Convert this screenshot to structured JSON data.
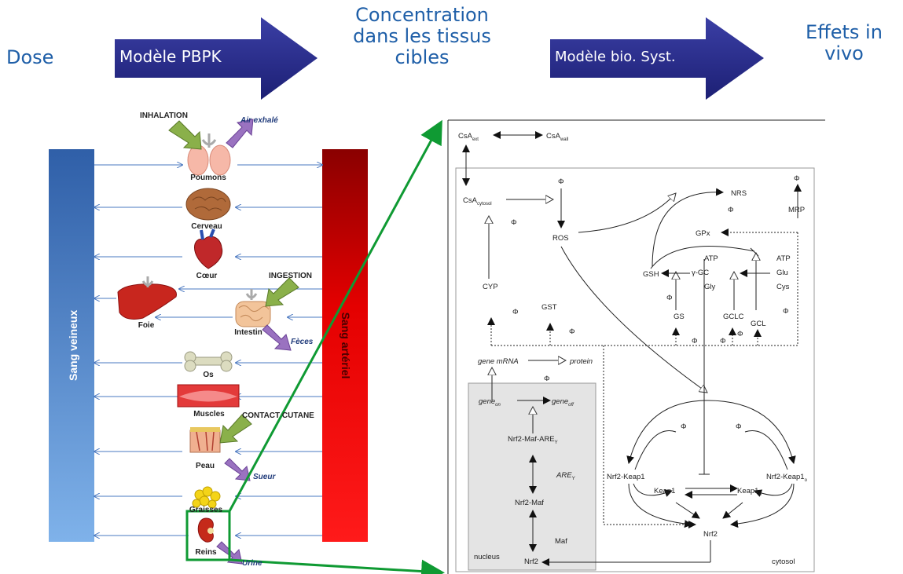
{
  "header": {
    "dose": "Dose",
    "pbpk_model": "Modèle  PBPK",
    "tissue_concentration": "Concentration dans les tissus cibles",
    "bio_syst_model": "Modèle  bio. Syst.",
    "in_vivo_effects": "Effets in vivo"
  },
  "pbpk": {
    "venous_blood": "Sang veineux",
    "arterial_blood": "Sang artériel",
    "organs": [
      "Poumons",
      "Cerveau",
      "Cœur",
      "Foie",
      "Intestin",
      "Os",
      "Muscles",
      "Peau",
      "Graisses",
      "Reins"
    ],
    "routes": {
      "inhalation": "INHALATION",
      "ingestion": "INGESTION",
      "contact": "CONTACT CUTANE"
    },
    "outputs": {
      "exhaled": "Air exhalé",
      "feces": "Fèces",
      "sweat": "Sueur",
      "urine": "Urine"
    }
  },
  "network": {
    "compartments": {
      "nucleus": "nucleus",
      "cytosol": "cytosol"
    },
    "nodes": {
      "csa_ext": "CsA",
      "csa_ext_sub": "ext",
      "csa_wall": "CsA",
      "csa_wall_sub": "wall",
      "csa_cyt": "CsA",
      "csa_cyt_sub": "cytosol",
      "phi": "Φ",
      "ros": "ROS",
      "nrs": "NRS",
      "mrp": "MRP",
      "gpx": "GPx",
      "atp": "ATP",
      "gamma_gc": "γ-GC",
      "gly": "Gly",
      "glu": "Glu",
      "cys": "Cys",
      "gsh": "GSH",
      "gs": "GS",
      "gclc": "GCLC",
      "gcl": "GCL",
      "cyp": "CYP",
      "gst": "GST",
      "gene_mrna": "gene mRNA",
      "protein": "protein",
      "gene": "gene",
      "on": "on",
      "off": "off",
      "nrf2_maf_are": "Nrf2-Maf-ARE",
      "are": "ARE",
      "sub_y": "Y",
      "nrf2_maf": "Nrf2-Maf",
      "maf": "Maf",
      "nrf2": "Nrf2",
      "nrf2_keap1": "Nrf2-Keap1",
      "keap1": "Keap1",
      "sub_o": "o"
    }
  },
  "colors": {
    "arrow_blue": "#2e3192",
    "venous": "#3a7fd0",
    "arterial": "#c50000",
    "green": "#1a9a3a",
    "route_green": "#8ab04a",
    "route_purple": "#8e63b0"
  }
}
